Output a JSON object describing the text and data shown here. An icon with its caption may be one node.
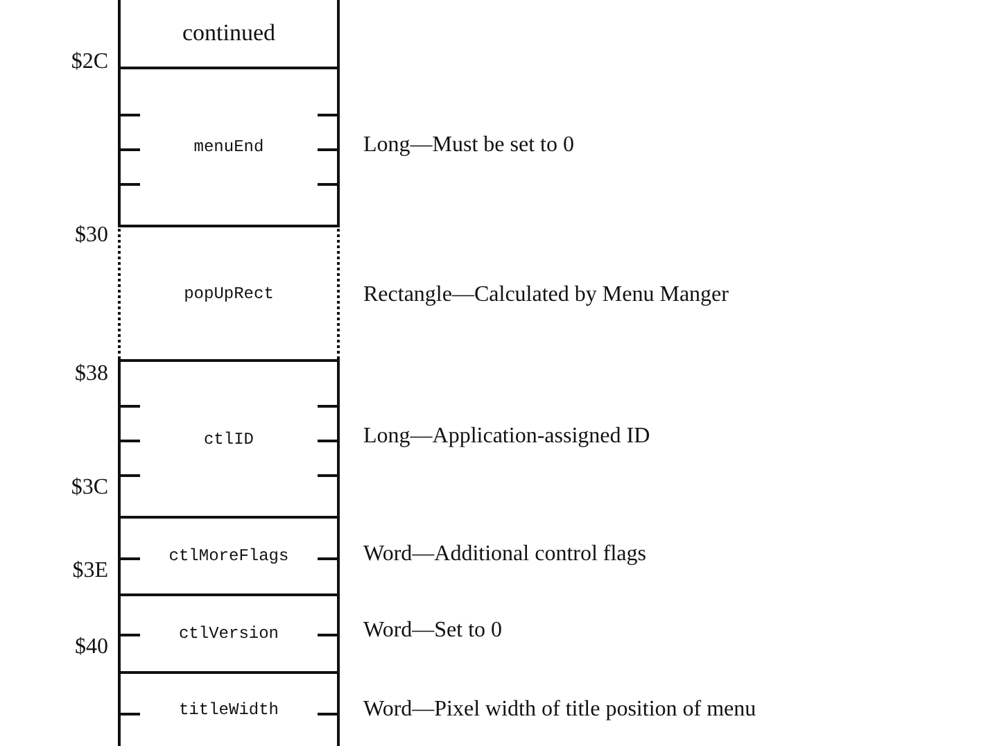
{
  "diagram": {
    "nodes": [
      {
        "text": [
          "continued"
        ]
      },
      {
        "text": [
          "menuEnd"
        ],
        "beside": [
          "Long—Must be set to 0"
        ]
      },
      {
        "text": [
          "popUpRect"
        ],
        "beside": [
          "Rectangle—Calculated by Menu Manger"
        ]
      },
      {
        "text": [
          "ctlID"
        ],
        "beside": [
          "Long—Application-assigned ID"
        ]
      },
      {
        "text": [
          "ctlMoreFlags"
        ],
        "beside": [
          "Word—Additional control flags"
        ]
      },
      {
        "text": [
          "ctlVersion"
        ],
        "beside": [
          "Word—Set to 0"
        ]
      },
      {
        "text": [
          "titleWidth"
        ],
        "beside": [
          "Word—Pixel width of title position of menu"
        ]
      }
    ],
    "labels": [
      "$2C",
      "$30",
      "$38",
      "$3C",
      "$3E",
      "$40"
    ]
  }
}
